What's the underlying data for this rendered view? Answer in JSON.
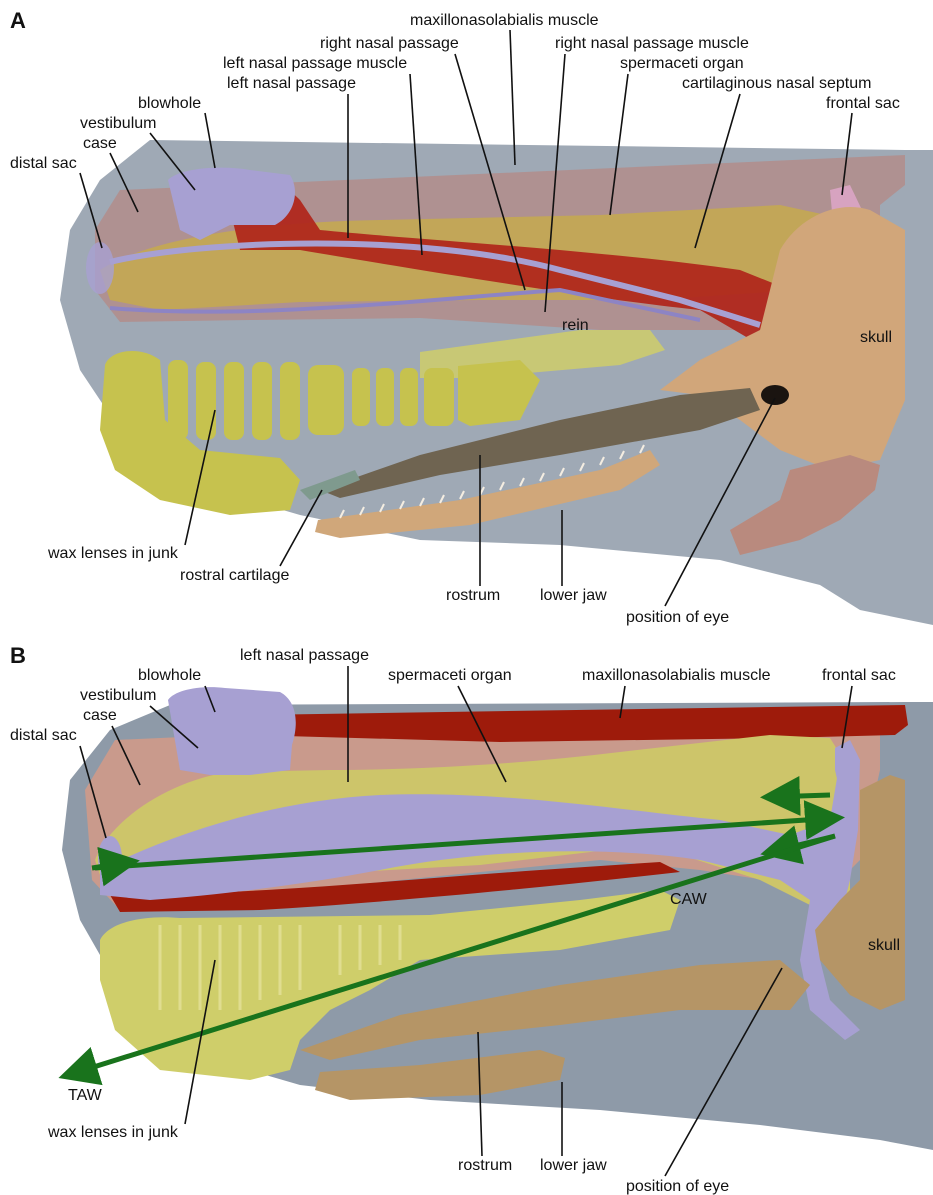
{
  "panels": {
    "a": {
      "letter": "A",
      "labels": {
        "maxillonasolabialis": "maxillonasolabialis muscle",
        "right_nasal_passage": "right nasal passage",
        "right_nasal_passage_muscle": "right nasal passage muscle",
        "left_nasal_passage_muscle": "left nasal passage muscle",
        "spermaceti_organ": "spermaceti organ",
        "left_nasal_passage": "left nasal passage",
        "cartilaginous_septum": "cartilaginous nasal septum",
        "blowhole": "blowhole",
        "frontal_sac": "frontal sac",
        "vestibulum": "vestibulum",
        "case": "case",
        "distal_sac": "distal sac",
        "rein": "rein",
        "skull": "skull",
        "wax_lenses": "wax lenses in junk",
        "rostral_cartilage": "rostral cartilage",
        "rostrum": "rostrum",
        "lower_jaw": "lower jaw",
        "position_of_eye": "position of eye"
      }
    },
    "b": {
      "letter": "B",
      "labels": {
        "left_nasal_passage": "left nasal passage",
        "blowhole": "blowhole",
        "spermaceti_organ": "spermaceti organ",
        "maxillonasolabialis": "maxillonasolabialis muscle",
        "frontal_sac": "frontal sac",
        "vestibulum": "vestibulum",
        "case": "case",
        "distal_sac": "distal sac",
        "caw": "CAW",
        "skull": "skull",
        "taw": "TAW",
        "wax_lenses": "wax lenses in junk",
        "rostrum": "rostrum",
        "lower_jaw": "lower jaw",
        "position_of_eye": "position of eye"
      }
    }
  },
  "colors": {
    "head_tissue": "#8e9aa8",
    "case": "#c99a8c",
    "spermaceti": "#cdc56a",
    "junk_lens": "#cfce6a",
    "muscle": "#9e1b0b",
    "nasal_passage": "#a7a0d2",
    "bone": "#b59566",
    "sound_arrow": "#19731c"
  }
}
